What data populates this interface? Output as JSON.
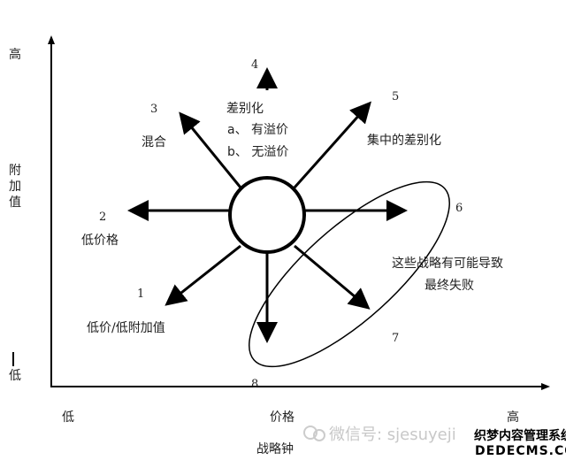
{
  "axes": {
    "y_high": "高",
    "y_label": [
      "附",
      "加",
      "值"
    ],
    "y_low": "低",
    "x_low": "低",
    "x_label": "价格",
    "x_high": "高",
    "title": "战略钟"
  },
  "routes": [
    {
      "num": "1",
      "label": "低价/低附加值"
    },
    {
      "num": "2",
      "label": "低价格"
    },
    {
      "num": "3",
      "label": "混合"
    },
    {
      "num": "4",
      "label": "差别化",
      "sub": [
        "a、  有溢价",
        "b、  无溢价"
      ]
    },
    {
      "num": "5",
      "label": "集中的差别化"
    },
    {
      "num": "6",
      "label": ""
    },
    {
      "num": "7",
      "label": ""
    },
    {
      "num": "8",
      "label": ""
    }
  ],
  "failure_note": [
    "这些战略有可能导致",
    "最终失败"
  ],
  "watermark": {
    "text": "微信号: sjesuyeji",
    "logo_cn": "织梦内容管理系统",
    "logo_en": "DEDECMS.COM"
  }
}
